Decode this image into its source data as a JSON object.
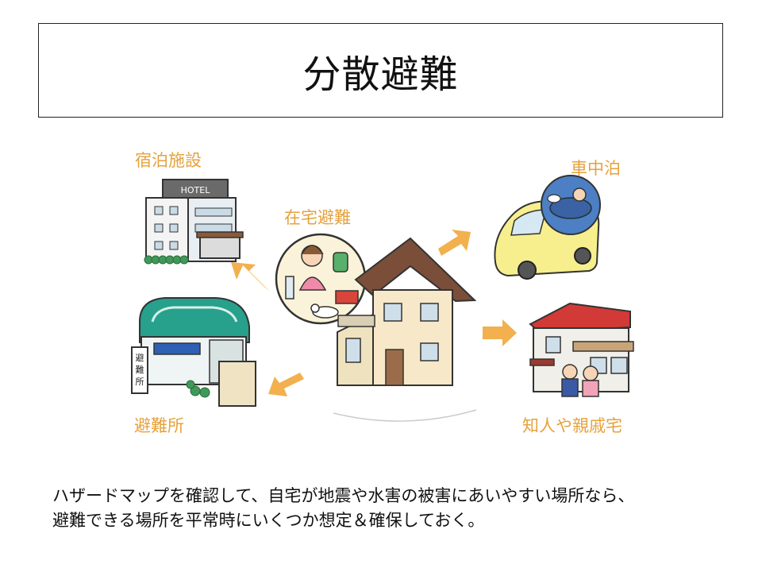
{
  "title": "分散避難",
  "destinations": {
    "hotel": "宿泊施設",
    "home": "在宅避難",
    "car": "車中泊",
    "shelter": "避難所",
    "friend": "知人や親戚宅"
  },
  "signs": {
    "hotel": "HOTEL",
    "shelter": [
      "避",
      "難",
      "所"
    ]
  },
  "caption": {
    "line1": "ハザードマップを確認して、自宅が地震や水害の被害にあいやすい場所なら、",
    "line2": "避難できる場所を平常時にいくつか想定＆確保しておく。"
  },
  "colors": {
    "label": "#e6a23c",
    "arrow": "#f2b04e"
  }
}
